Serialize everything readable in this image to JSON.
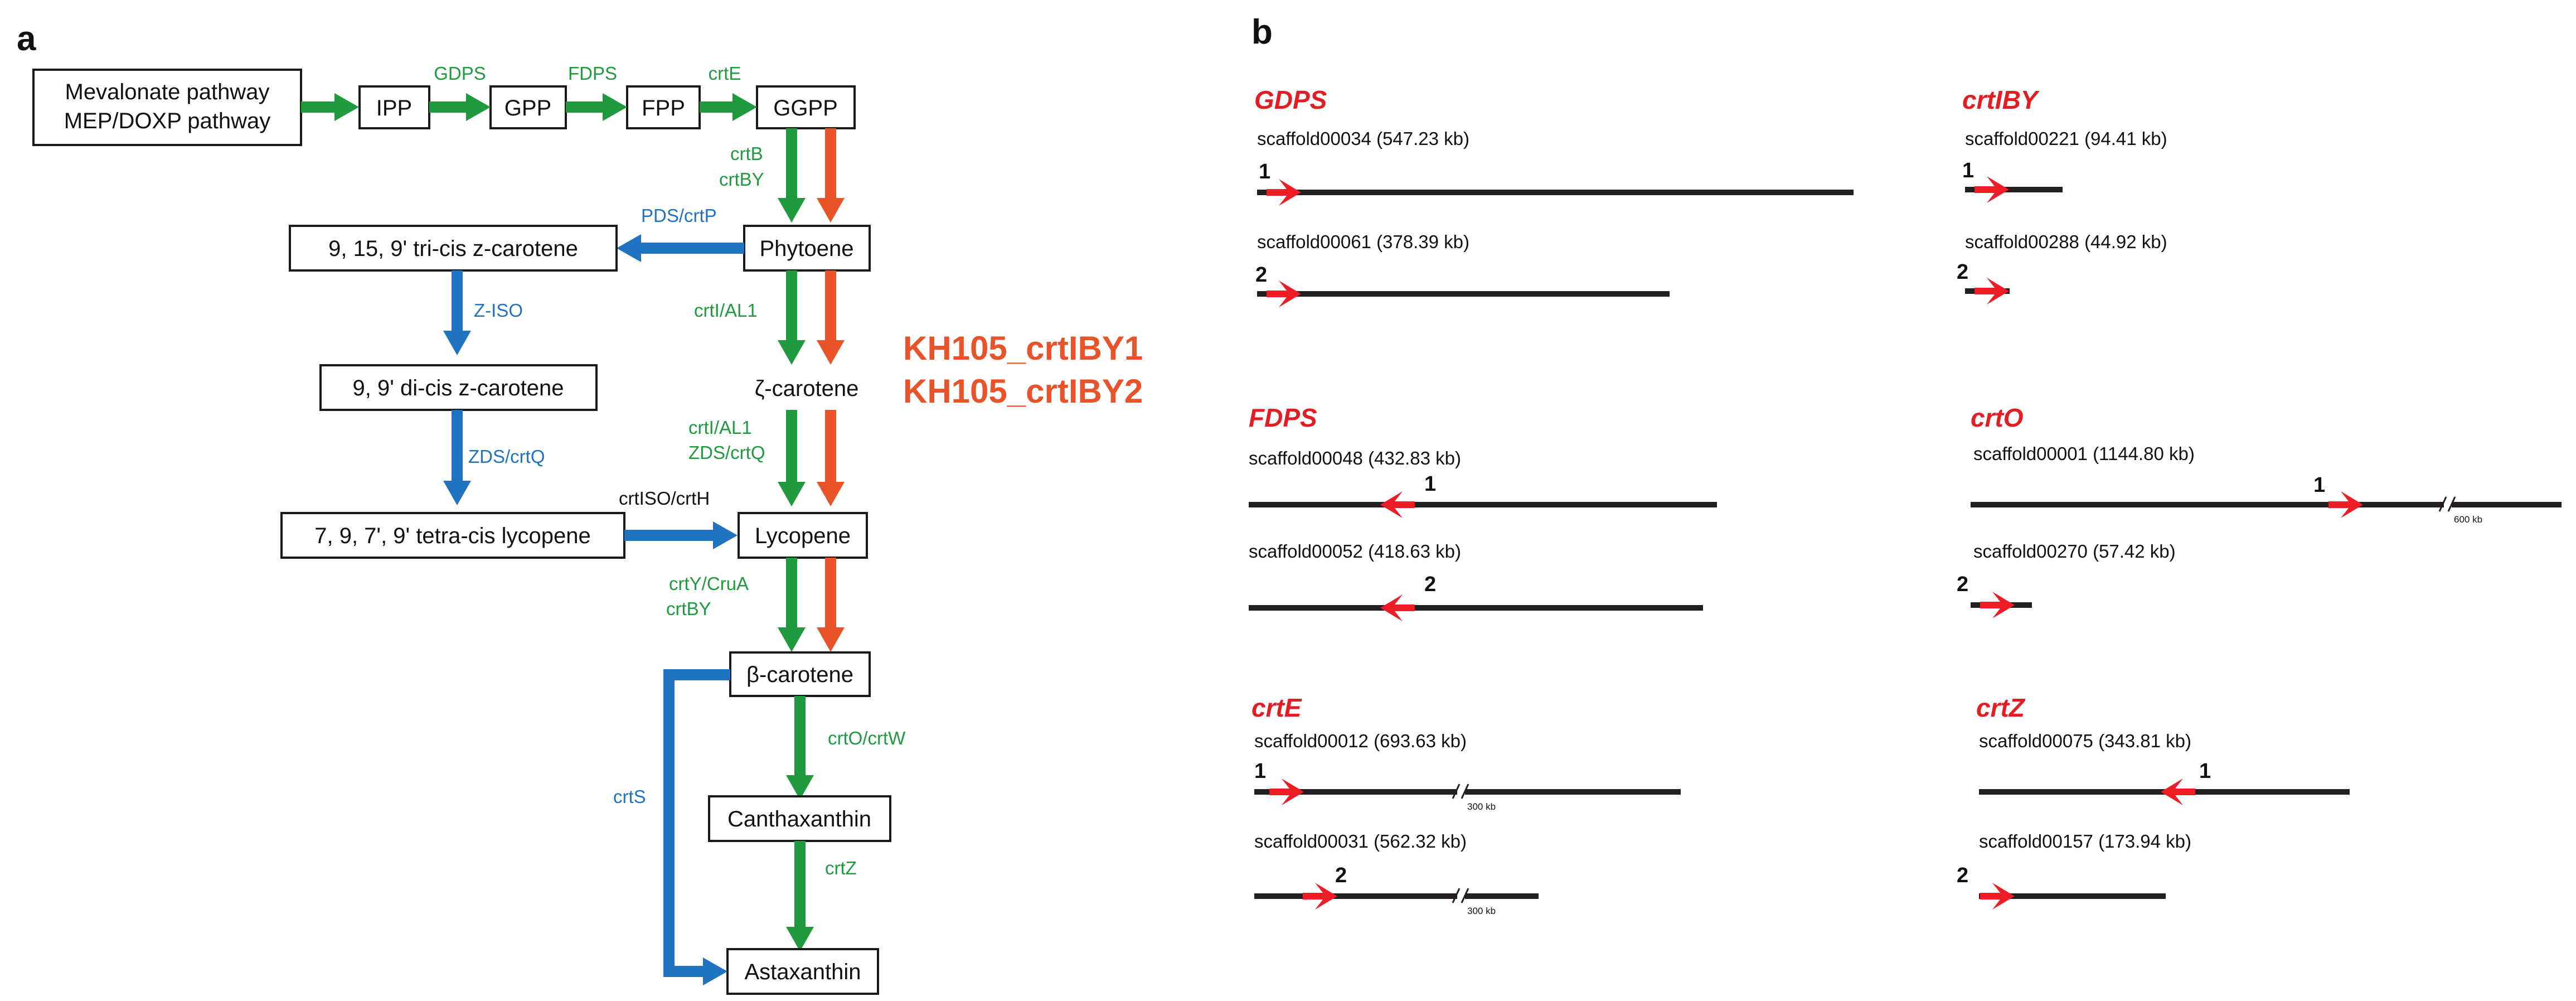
{
  "colors": {
    "green": "#1f9a3f",
    "blue": "#1f73c1",
    "orange": "#e8532a",
    "red_gene": "#e21d23",
    "arrow_red": "#ee1c25",
    "line": "#231f1f"
  },
  "panel_a": {
    "label": "a",
    "nodes": {
      "mevalonate_line1": "Mevalonate pathway",
      "mevalonate_line2": "MEP/DOXP pathway",
      "ipp": "IPP",
      "gpp": "GPP",
      "fpp": "FPP",
      "ggpp": "GGPP",
      "phytoene": "Phytoene",
      "zeta_carotene": "ζ-carotene",
      "lycopene": "Lycopene",
      "beta_carotene": "β-carotene",
      "canthaxanthin": "Canthaxanthin",
      "astaxanthin": "Astaxanthin",
      "tricis": "9, 15, 9' tri-cis z-carotene",
      "dicis": "9, 9' di-cis z-carotene",
      "tetracis": "7, 9, 7', 9' tetra-cis lycopene"
    },
    "enzymes": {
      "gdps": "GDPS",
      "fdps": "FDPS",
      "crte": "crtE",
      "crtb": "crtB",
      "crtby": "crtBY",
      "pds_crtp": "PDS/crtP",
      "z_iso": "Z-ISO",
      "zds_crtq": "ZDS/crtQ",
      "crtiso_crth": "crtISO/crtH",
      "crti_al1_a": "crtI/AL1",
      "crti_al1_b": "crtI/AL1",
      "zds_crtq_b": "ZDS/crtQ",
      "crty_crua": "crtY/CruA",
      "crtby_b": "crtBY",
      "crto_crtw": "crtO/crtW",
      "crtz": "crtZ",
      "crts": "crtS"
    },
    "mutants": [
      "KH105_crtIBY1",
      "KH105_crtIBY2"
    ]
  },
  "panel_b": {
    "label": "b",
    "genes": [
      {
        "name": "GDPS",
        "scaffolds": [
          {
            "label": "scaffold00034 (547.23 kb)",
            "copy": "1",
            "direction": "forward",
            "break": null
          },
          {
            "label": "scaffold00061 (378.39 kb)",
            "copy": "2",
            "direction": "forward",
            "break": null
          }
        ]
      },
      {
        "name": "FDPS",
        "scaffolds": [
          {
            "label": "scaffold00048 (432.83 kb)",
            "copy": "1",
            "direction": "reverse",
            "break": null
          },
          {
            "label": "scaffold00052 (418.63 kb)",
            "copy": "2",
            "direction": "reverse",
            "break": null
          }
        ]
      },
      {
        "name": "crtE",
        "scaffolds": [
          {
            "label": "scaffold00012 (693.63 kb)",
            "copy": "1",
            "direction": "forward",
            "break": "300 kb"
          },
          {
            "label": "scaffold00031 (562.32 kb)",
            "copy": "2",
            "direction": "forward",
            "break": "300 kb"
          }
        ]
      },
      {
        "name": "crtIBY",
        "scaffolds": [
          {
            "label": "scaffold00221 (94.41 kb)",
            "copy": "1",
            "direction": "forward",
            "break": null
          },
          {
            "label": "scaffold00288 (44.92 kb)",
            "copy": "2",
            "direction": "forward",
            "break": null
          }
        ]
      },
      {
        "name": "crtO",
        "scaffolds": [
          {
            "label": "scaffold00001 (1144.80 kb)",
            "copy": "1",
            "direction": "forward",
            "break": "600 kb"
          },
          {
            "label": "scaffold00270 (57.42 kb)",
            "copy": "2",
            "direction": "forward",
            "break": null
          }
        ]
      },
      {
        "name": "crtZ",
        "scaffolds": [
          {
            "label": "scaffold00075 (343.81 kb)",
            "copy": "1",
            "direction": "reverse",
            "break": null
          },
          {
            "label": "scaffold00157 (173.94 kb)",
            "copy": "2",
            "direction": "forward",
            "break": null
          }
        ]
      }
    ]
  }
}
